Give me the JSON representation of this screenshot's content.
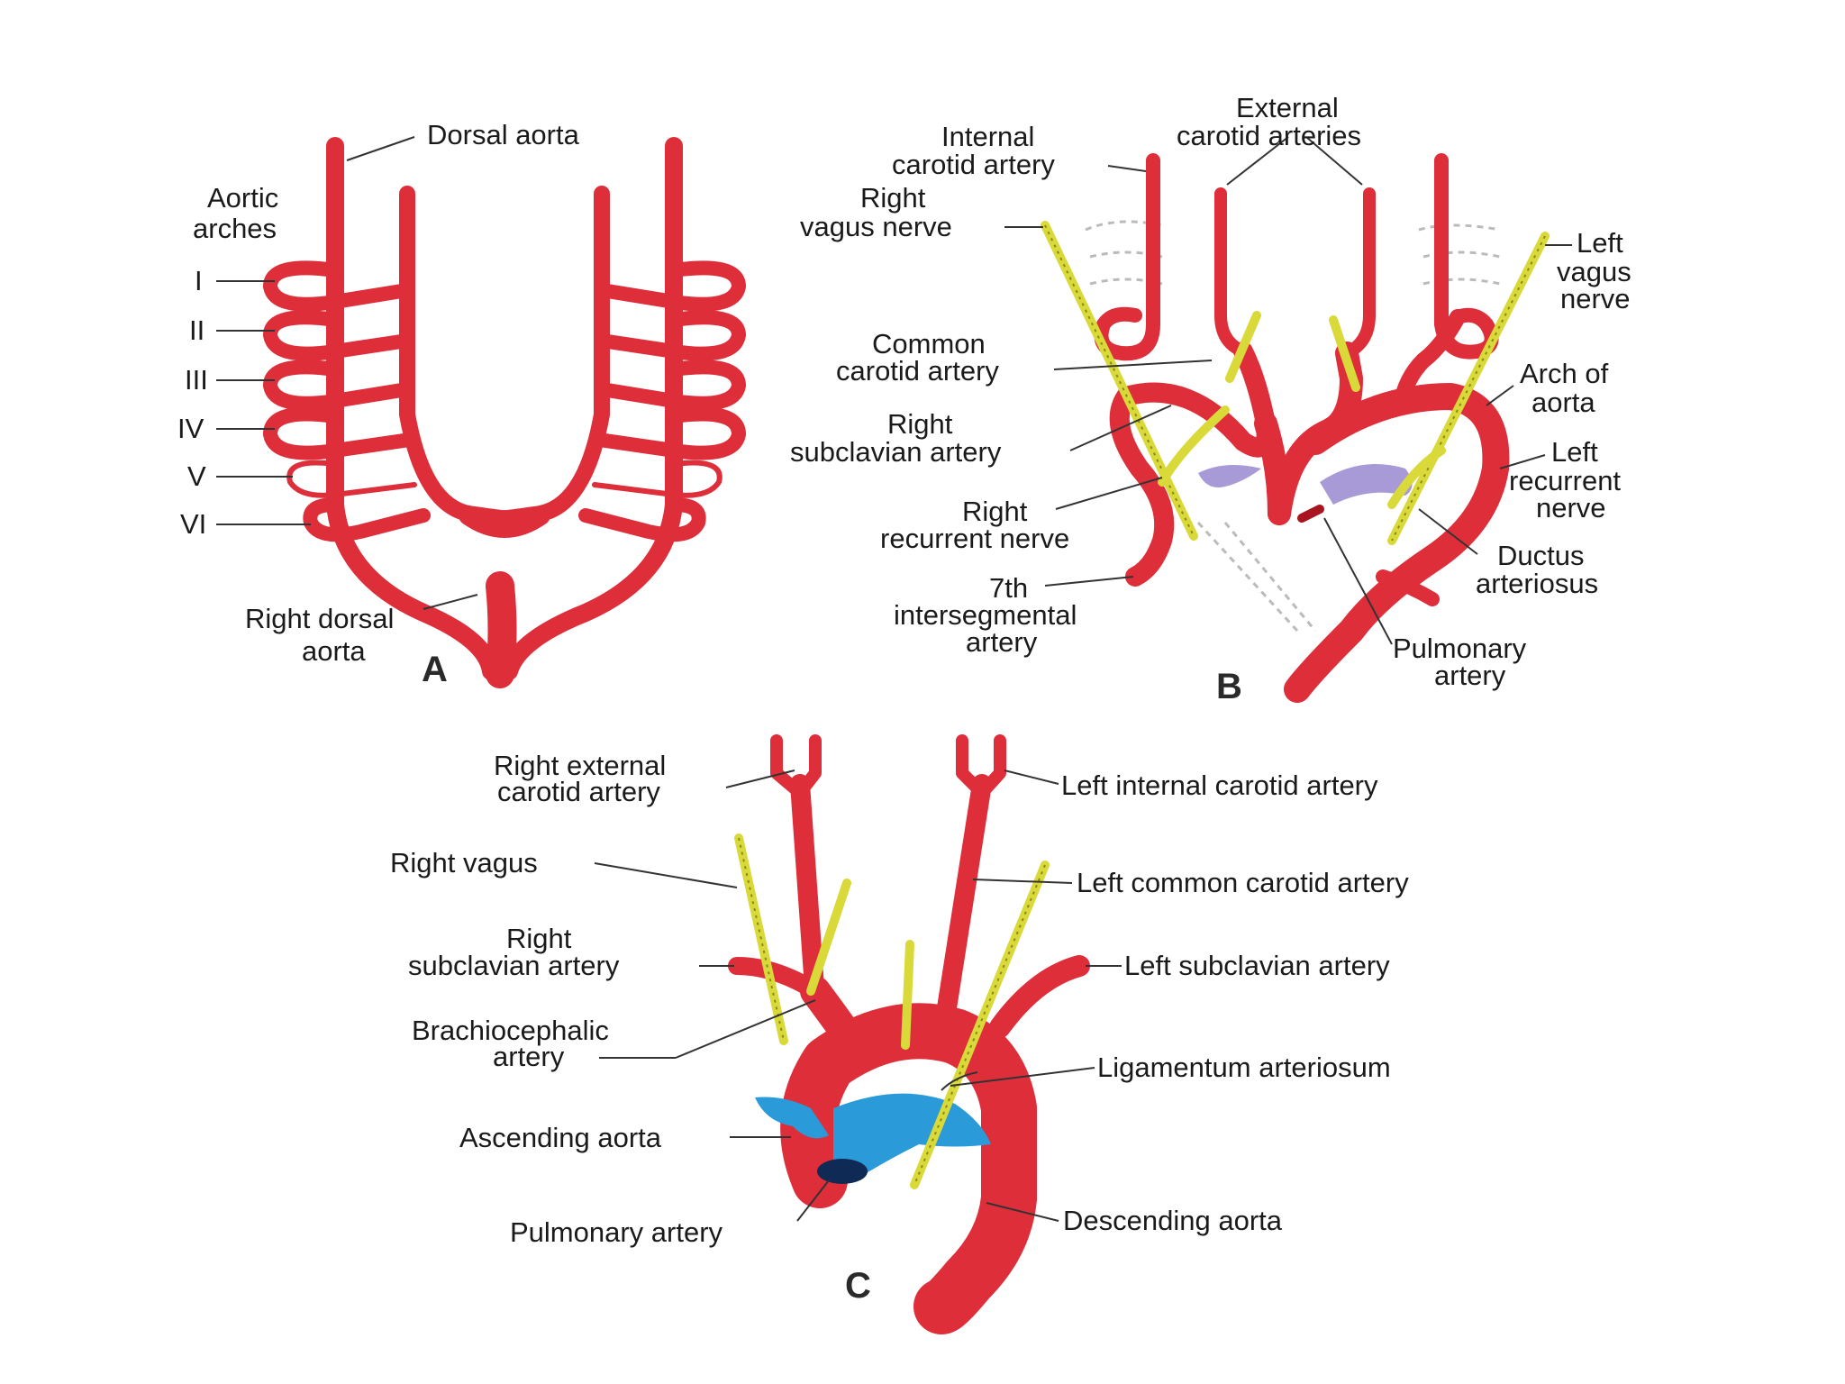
{
  "panels": {
    "a": {
      "letter": "A",
      "labels": {
        "dorsal_aorta": "Dorsal aorta",
        "aortic_arches_1": "Aortic",
        "aortic_arches_2": "arches",
        "arch_1": "I",
        "arch_2": "II",
        "arch_3": "III",
        "arch_4": "IV",
        "arch_5": "V",
        "arch_6": "VI",
        "right_dorsal_aorta_1": "Right dorsal",
        "right_dorsal_aorta_2": "aorta"
      }
    },
    "b": {
      "letter": "B",
      "labels": {
        "external_carotid_1": "External",
        "external_carotid_2": "carotid arteries",
        "internal_carotid_1": "Internal",
        "internal_carotid_2": "carotid artery",
        "right_vagus_1": "Right",
        "right_vagus_2": "vagus nerve",
        "left_vagus_1": "Left",
        "left_vagus_2": "vagus",
        "left_vagus_3": "nerve",
        "common_carotid_1": "Common",
        "common_carotid_2": "carotid artery",
        "arch_of_aorta_1": "Arch of",
        "arch_of_aorta_2": "aorta",
        "right_subclavian_1": "Right",
        "right_subclavian_2": "subclavian artery",
        "left_recurrent_1": "Left",
        "left_recurrent_2": "recurrent",
        "left_recurrent_3": "nerve",
        "right_recurrent_1": "Right",
        "right_recurrent_2": "recurrent nerve",
        "ductus_1": "Ductus",
        "ductus_2": "arteriosus",
        "seventh_1": "7th",
        "seventh_2": "intersegmental",
        "seventh_3": "artery",
        "pulmonary_1": "Pulmonary",
        "pulmonary_2": "artery"
      }
    },
    "c": {
      "letter": "C",
      "labels": {
        "right_external_carotid_1": "Right external",
        "right_external_carotid_2": "carotid artery",
        "left_internal_carotid": "Left internal carotid artery",
        "right_vagus": "Right vagus",
        "left_common_carotid": "Left common carotid artery",
        "right_subclavian_1": "Right",
        "right_subclavian_2": "subclavian artery",
        "left_subclavian": "Left subclavian artery",
        "brachiocephalic_1": "Brachiocephalic",
        "brachiocephalic_2": "artery",
        "ligamentum": "Ligamentum arteriosum",
        "ascending_aorta": "Ascending aorta",
        "pulmonary_artery": "Pulmonary artery",
        "descending_aorta": "Descending aorta"
      }
    }
  },
  "colors": {
    "artery": "#dd2e3a",
    "pulmonary_trunk_c": "#2a9ad8",
    "pulmonary_b": "#a89ad6",
    "nerve": "#d9d93a"
  }
}
